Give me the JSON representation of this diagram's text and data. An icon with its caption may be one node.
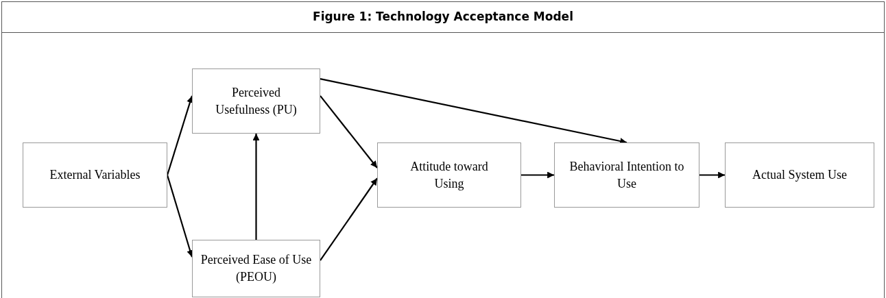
{
  "diagram": {
    "title": "Figure 1: Technology Acceptance Model",
    "nodes": [
      {
        "text": [
          "External Variables"
        ]
      },
      {
        "text": [
          "Perceived Usefulness (PU)"
        ]
      },
      {
        "text": [
          "Perceived Ease of Use (PEOU)"
        ]
      },
      {
        "text": [
          "Attitude toward Using"
        ]
      },
      {
        "text": [
          "Behavioral Intention to Use"
        ]
      },
      {
        "text": [
          "Actual System Use"
        ]
      }
    ],
    "edges": [
      {
        "from": 0,
        "to": 1,
        "arrow": "to"
      },
      {
        "from": 0,
        "to": 2,
        "arrow": "to"
      },
      {
        "from": 2,
        "to": 1,
        "arrow": "to"
      },
      {
        "from": 1,
        "to": 3,
        "arrow": "to"
      },
      {
        "from": 2,
        "to": 3,
        "arrow": "to"
      },
      {
        "from": 1,
        "to": 4,
        "arrow": "to"
      },
      {
        "from": 3,
        "to": 4,
        "arrow": "to"
      },
      {
        "from": 4,
        "to": 5,
        "arrow": "to"
      }
    ]
  }
}
